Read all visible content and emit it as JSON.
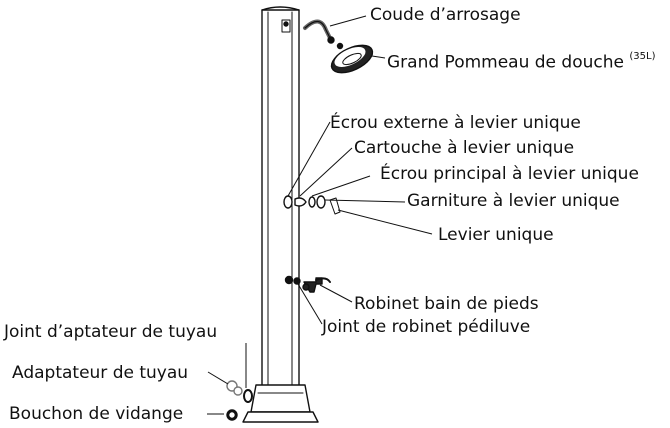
{
  "labels": {
    "coude": "Coude d’arrosage",
    "pommeau": "Grand Pommeau de douche",
    "pommeau_note": "(35L)",
    "ecrou_externe": "Écrou externe à levier unique",
    "cartouche": "Cartouche à levier unique",
    "ecrou_principal": "Écrou principal à levier unique",
    "garniture": "Garniture à levier unique",
    "levier": "Levier unique",
    "robinet": "Robinet bain de pieds",
    "joint_robinet": "Joint de robinet pédiluve",
    "joint_adaptateur": "Joint d’aptateur de tuyau",
    "adaptateur": "Adaptateur de tuyau",
    "bouchon": "Bouchon de vidange"
  }
}
